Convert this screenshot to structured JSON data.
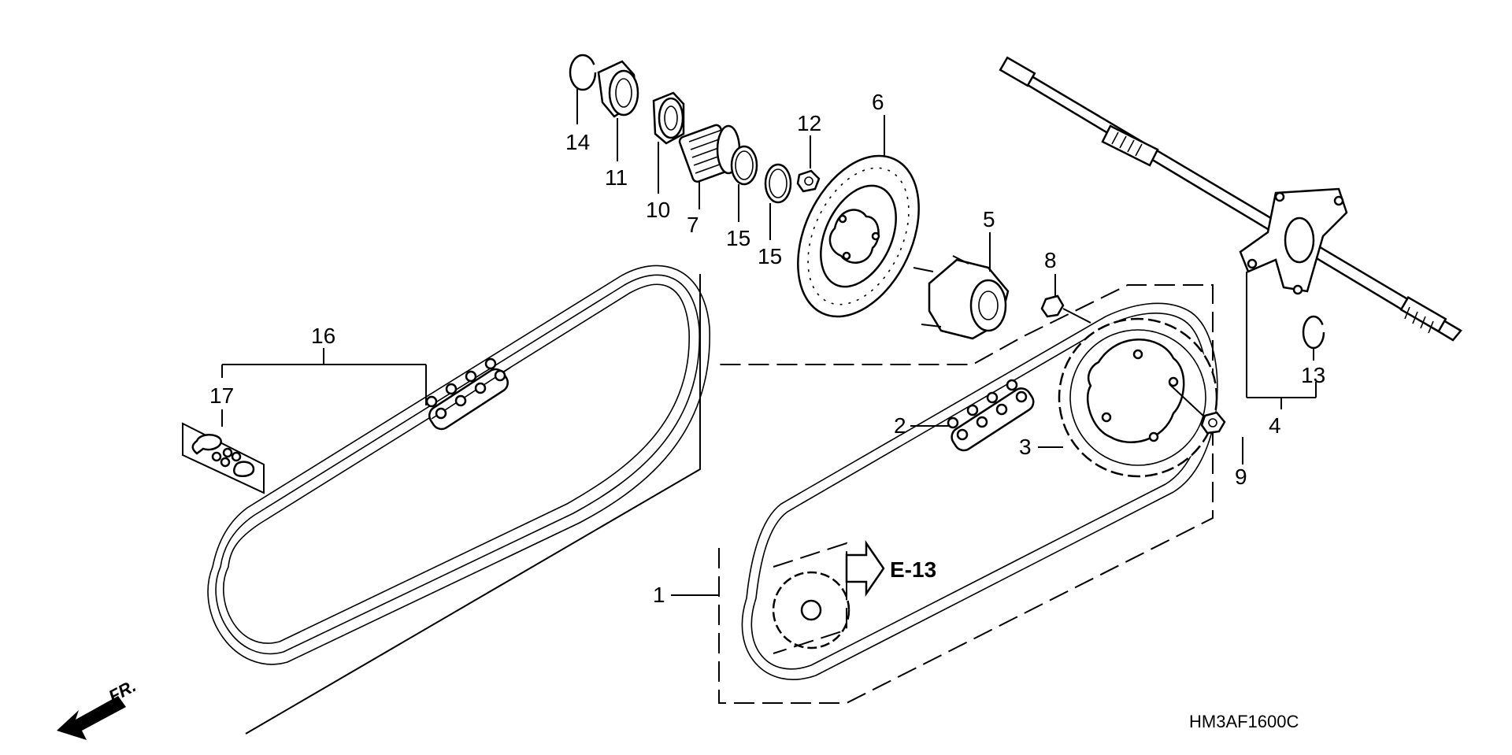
{
  "diagram": {
    "drawing_code": "HM3AF1600C",
    "front_arrow_label": "FR.",
    "reference_label": "E-13",
    "callouts": {
      "c1": "1",
      "c2": "2",
      "c3": "3",
      "c4": "4",
      "c5": "5",
      "c6": "6",
      "c7": "7",
      "c8": "8",
      "c9": "9",
      "c10": "10",
      "c11": "11",
      "c12": "12",
      "c13": "13",
      "c14": "14",
      "c15a": "15",
      "c15b": "15",
      "c16": "16",
      "c17": "17"
    }
  }
}
